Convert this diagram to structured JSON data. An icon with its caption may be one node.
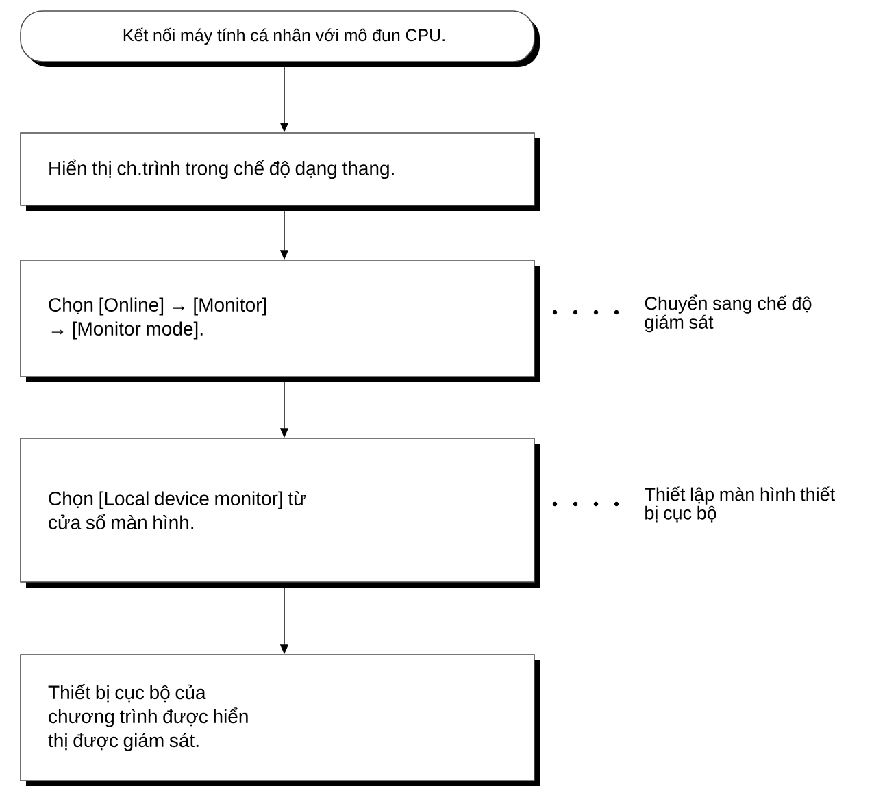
{
  "diagram": {
    "nodes": [
      {
        "text": [
          "Kết nối máy tính cá nhân với mô đun CPU."
        ]
      },
      {
        "text": [
          "Hiển thị ch.trình trong chế độ dạng thang."
        ]
      },
      {
        "text": [
          "Chọn [Online] → [Monitor] → [Monitor mode]."
        ]
      },
      {
        "text": [
          "Chọn [Local device monitor] từ cửa sổ màn hình."
        ]
      },
      {
        "text": [
          "Thiết bị cục bộ của chương trình được hiển thị được giám sát."
        ]
      }
    ],
    "edges": [
      {
        "from": 0,
        "to": 1,
        "arrow": "to"
      },
      {
        "from": 1,
        "to": 2,
        "arrow": "to"
      },
      {
        "from": 2,
        "to": 3,
        "arrow": "to"
      },
      {
        "from": 3,
        "to": 4,
        "arrow": "to"
      }
    ],
    "labels": [
      "Chuyển sang chế độ giám sát",
      "Thiết lập màn hình thiết bị cục bộ"
    ]
  }
}
